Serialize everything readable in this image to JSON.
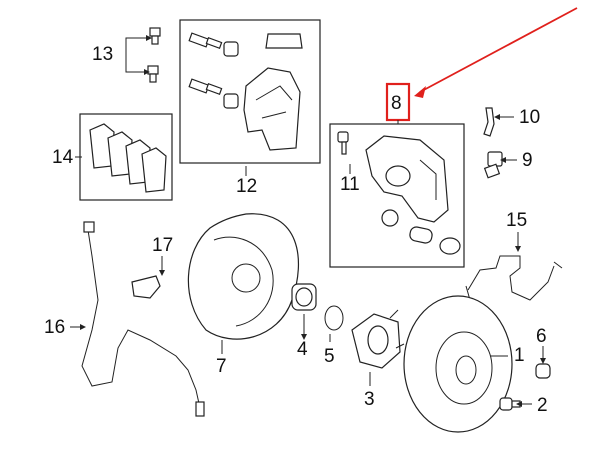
{
  "labels": {
    "l1": "1",
    "l2": "2",
    "l3": "3",
    "l4": "4",
    "l5": "5",
    "l6": "6",
    "l7": "7",
    "l8": "8",
    "l9": "9",
    "l10": "10",
    "l11": "11",
    "l12": "12",
    "l13": "13",
    "l14": "14",
    "l15": "15",
    "l16": "16",
    "l17": "17"
  },
  "colors": {
    "highlight": "#e0201c",
    "line": "#222222"
  }
}
